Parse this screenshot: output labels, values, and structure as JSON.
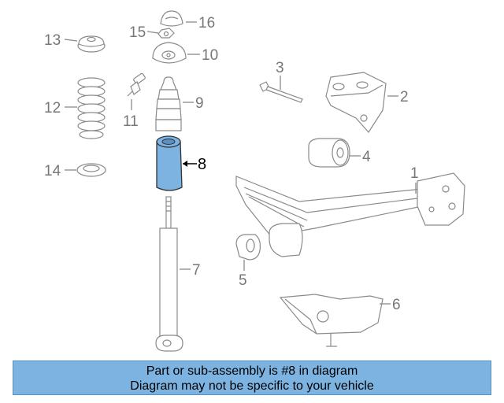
{
  "diagram": {
    "callouts": [
      "1",
      "2",
      "3",
      "4",
      "5",
      "6",
      "7",
      "8",
      "9",
      "10",
      "11",
      "12",
      "13",
      "14",
      "15",
      "16"
    ],
    "highlight_callout": "8",
    "highlight_color": "#7db3e1"
  },
  "banner": {
    "line1": "Part or sub-assembly is #8 in diagram",
    "line2": "Diagram may not be specific to your vehicle",
    "background": "#7db3e1"
  }
}
